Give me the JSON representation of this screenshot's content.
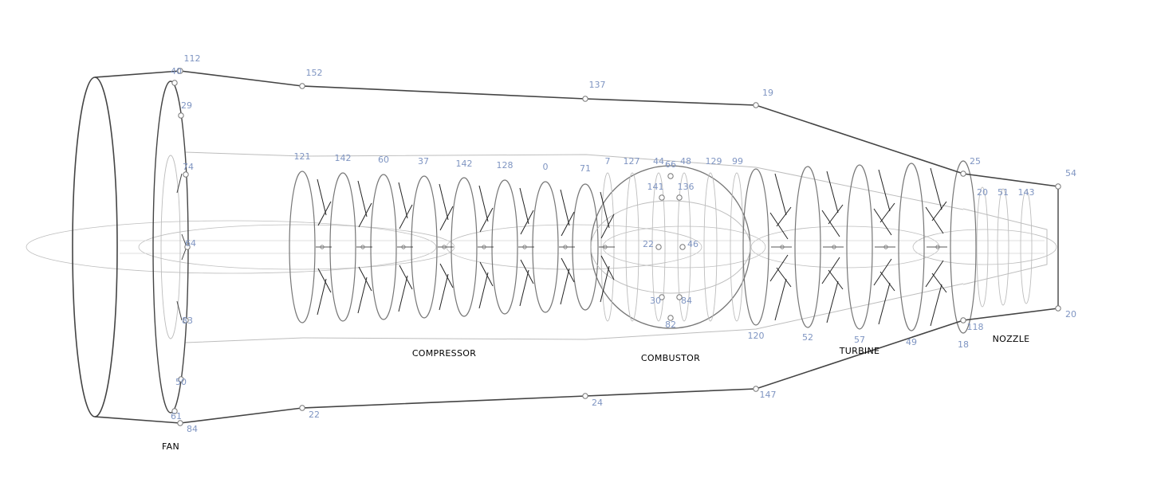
{
  "colors": {
    "dark_line": "#444444",
    "mid_line": "#777777",
    "light_line": "#bdbdbd",
    "faint_line": "#d4d4d4",
    "label": "#7f95c2",
    "section_label": "#aaaaaa",
    "blade": "#222222"
  },
  "sections": {
    "fan": "FAN",
    "compressor": "COMPRESSOR",
    "combustor": "COMBUSTOR",
    "turbine": "TURBINE",
    "nozzle": "NOZZLE"
  },
  "outer_casing_top": [
    "112",
    "152",
    "137",
    "19",
    "25",
    "54"
  ],
  "outer_casing_bottom": [
    "84",
    "22",
    "24",
    "147",
    "118",
    "20"
  ],
  "fan_hub_points": [
    "40",
    "29",
    "74",
    "64",
    "83",
    "50",
    "61"
  ],
  "compressor_stages_top": [
    "121",
    "142",
    "60",
    "37",
    "142",
    "128",
    "0",
    "71"
  ],
  "combustor_rings_top": [
    "7",
    "127",
    "44",
    "66",
    "48",
    "129",
    "99"
  ],
  "combustor_points": [
    "141",
    "136",
    "22",
    "46",
    "30",
    "84",
    "82"
  ],
  "turbine_stages_bottom": [
    "120",
    "52",
    "57",
    "49",
    "18"
  ],
  "nozzle_rings": [
    "20",
    "51",
    "143"
  ]
}
